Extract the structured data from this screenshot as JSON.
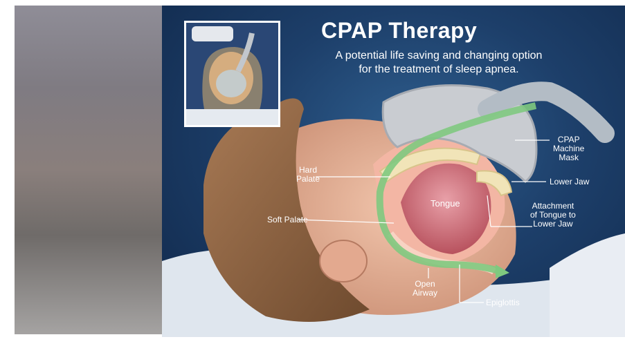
{
  "figure": {
    "title": "CPAP Therapy",
    "subtitle_line1": "A potential life saving and changing option",
    "subtitle_line2": "for the treatment of sleep apnea.",
    "labels": {
      "hard_palate": [
        "Hard",
        "Palate"
      ],
      "soft_palate": "Soft Palate",
      "tongue": "Tongue",
      "open_airway": [
        "Open",
        "Airway"
      ],
      "epiglottis": "Epiglottis",
      "mask": [
        "CPAP",
        "Machine",
        "Mask"
      ],
      "lower_jaw": "Lower Jaw",
      "attachment": [
        "Attachment",
        "of Tongue to",
        "Lower Jaw"
      ]
    }
  },
  "colors": {
    "background": "#1d3f6a",
    "airflow_arrow": "#7fc97f",
    "mask": "#c9ccd1",
    "skin": "#e8b59a"
  }
}
